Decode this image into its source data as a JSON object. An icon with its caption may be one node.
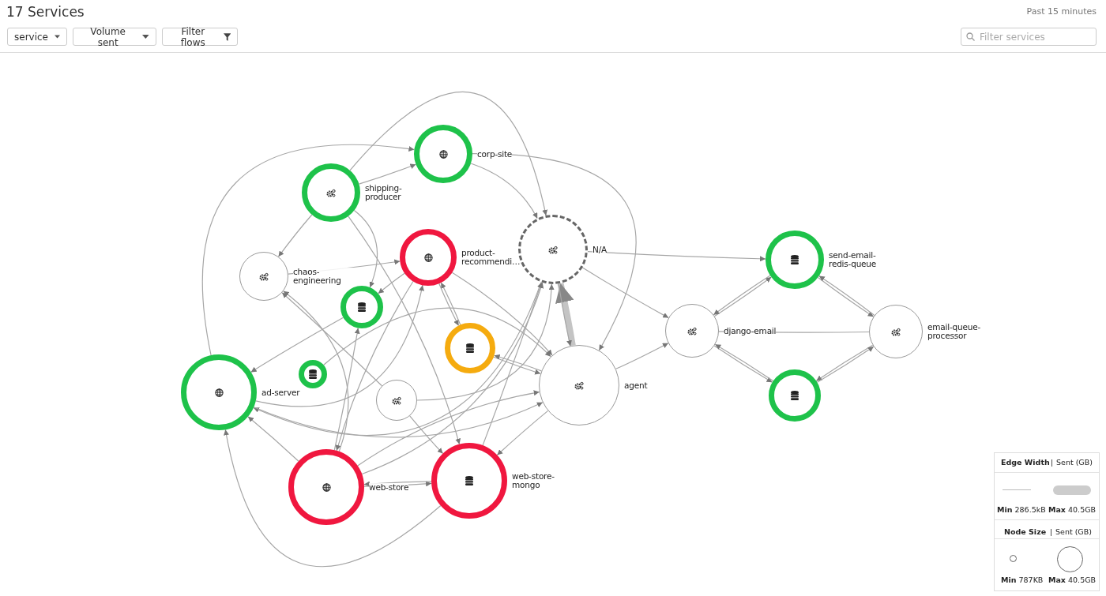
{
  "diagram": {
    "title": "17 Services",
    "nodes": [
      {
        "text": [
          "corp-site"
        ]
      },
      {
        "text": [
          "shipping-producer"
        ]
      },
      {
        "text": [
          "chaos-engineering"
        ]
      },
      {
        "text": [
          "product-recommendi…"
        ]
      },
      {
        "text": [
          "N/A"
        ]
      },
      {
        "text": [
          "send-email-redis-queue"
        ]
      },
      {
        "text": [],
        "shape": "circle"
      },
      {
        "text": [
          "django-email"
        ]
      },
      {
        "text": [
          "email-queue-processor"
        ]
      },
      {
        "text": [],
        "shape": "circle"
      },
      {
        "text": [],
        "shape": "circle"
      },
      {
        "text": [
          "agent"
        ]
      },
      {
        "text": [
          "ad-server"
        ]
      },
      {
        "text": [],
        "shape": "circle"
      },
      {
        "text": [],
        "shape": "circle"
      },
      {
        "text": [
          "web-store"
        ]
      },
      {
        "text": [
          "web-store-mongo"
        ]
      }
    ],
    "edges": [
      {
        "from": 1,
        "to": 0,
        "arrow": "to"
      },
      {
        "from": 12,
        "to": 0,
        "arrow": "to"
      },
      {
        "from": 0,
        "to": 4,
        "arrow": "to"
      },
      {
        "from": 0,
        "to": 11,
        "arrow": "to"
      },
      {
        "from": 1,
        "to": 2,
        "arrow": "to"
      },
      {
        "from": 1,
        "to": 4,
        "arrow": "to"
      },
      {
        "from": 1,
        "to": 6,
        "arrow": "to"
      },
      {
        "from": 1,
        "to": 16,
        "arrow": "to"
      },
      {
        "from": 2,
        "to": 3,
        "arrow": "to"
      },
      {
        "from": 3,
        "to": 6,
        "arrow": "to"
      },
      {
        "from": 3,
        "to": 9,
        "arrow": "to"
      },
      {
        "from": 9,
        "to": 3,
        "arrow": "to"
      },
      {
        "from": 3,
        "to": 11,
        "arrow": "to"
      },
      {
        "from": 3,
        "to": 15,
        "arrow": "to"
      },
      {
        "from": 12,
        "to": 3,
        "arrow": "to"
      },
      {
        "from": 4,
        "to": 12,
        "arrow": "to"
      },
      {
        "from": 6,
        "to": 12,
        "arrow": "to"
      },
      {
        "from": 4,
        "to": 7,
        "arrow": "to"
      },
      {
        "from": 11,
        "to": 4,
        "arrow": "to",
        "style": "thick"
      },
      {
        "from": 4,
        "to": 11,
        "arrow": "to"
      },
      {
        "from": 11,
        "to": 7,
        "arrow": "to"
      },
      {
        "from": 10,
        "to": 11,
        "arrow": "to"
      },
      {
        "from": 12,
        "to": 11,
        "arrow": "to"
      },
      {
        "from": 13,
        "to": 4,
        "arrow": "to"
      },
      {
        "from": 13,
        "to": 2,
        "arrow": "to"
      },
      {
        "from": 13,
        "to": 16,
        "arrow": "to"
      },
      {
        "from": 15,
        "to": 4,
        "arrow": "to"
      },
      {
        "from": 16,
        "to": 4,
        "arrow": "to"
      },
      {
        "from": 15,
        "to": 16,
        "arrow": "to"
      },
      {
        "from": 16,
        "to": 15,
        "arrow": "to"
      },
      {
        "from": 16,
        "to": 12,
        "arrow": "to"
      },
      {
        "from": 15,
        "to": 12,
        "arrow": "to"
      },
      {
        "from": 15,
        "to": 2,
        "arrow": "to"
      },
      {
        "from": 15,
        "to": 6,
        "arrow": "to"
      },
      {
        "from": 9,
        "to": 11,
        "arrow": "to"
      },
      {
        "from": 11,
        "to": 9,
        "arrow": "to"
      },
      {
        "from": 15,
        "to": 11,
        "arrow": "to"
      },
      {
        "from": 11,
        "to": 16,
        "arrow": "to"
      },
      {
        "from": 7,
        "to": 5,
        "arrow": "to"
      },
      {
        "from": 5,
        "to": 7,
        "arrow": "to"
      },
      {
        "from": 7,
        "to": 14,
        "arrow": "to"
      },
      {
        "from": 14,
        "to": 7,
        "arrow": "to"
      },
      {
        "from": 5,
        "to": 8,
        "arrow": "to"
      },
      {
        "from": 8,
        "to": 5,
        "arrow": "to"
      },
      {
        "from": 8,
        "to": 14,
        "arrow": "to"
      },
      {
        "from": 14,
        "to": 8,
        "arrow": "to"
      },
      {
        "from": 7,
        "to": 8,
        "arrow": "none"
      },
      {
        "from": 4,
        "to": 5,
        "arrow": "to"
      }
    ],
    "labels": [
      "Past 15 minutes",
      "service",
      "Volume sent",
      "Filter flows",
      "Filter services",
      "Edge Width",
      "|",
      "Sent (GB)",
      "Node Size",
      "|",
      "Sent (GB)"
    ],
    "legend": [
      {
        "text": "**Min** 286.5kB"
      },
      {
        "text": "**Max** 40.5GB"
      },
      {
        "text": "**Min** 787KB"
      },
      {
        "text": "**Max** 40.5GB"
      }
    ]
  }
}
